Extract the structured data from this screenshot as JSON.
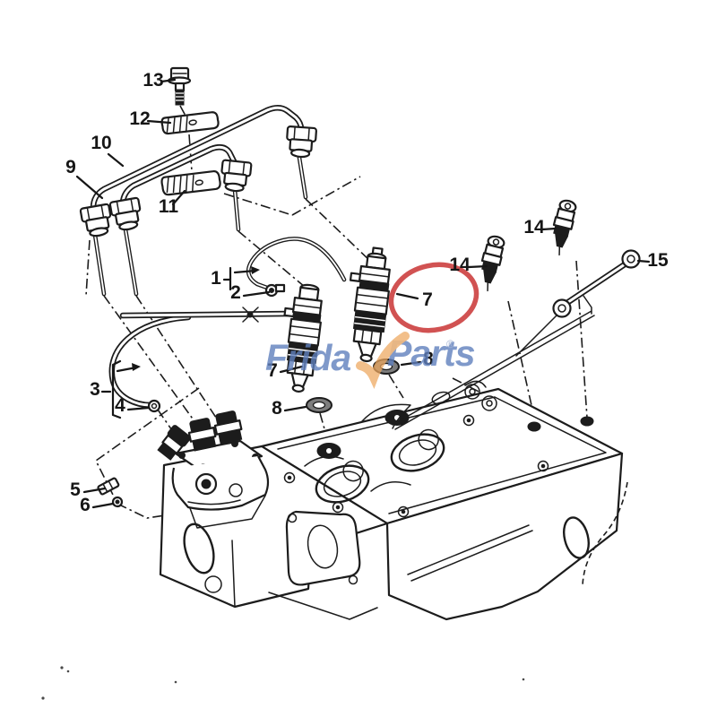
{
  "diagram": {
    "kind": "exploded-parts-diagram",
    "subject": "diesel engine fuel injector, injection pipes and glow plugs on cylinder head",
    "background_color": "#ffffff",
    "line_color": "#1c1c1c"
  },
  "labels": [
    {
      "key": "callout-1",
      "text": "1"
    },
    {
      "key": "callout-2",
      "text": "2"
    },
    {
      "key": "callout-3",
      "text": "3"
    },
    {
      "key": "callout-4",
      "text": "4"
    },
    {
      "key": "callout-5",
      "text": "5"
    },
    {
      "key": "callout-6",
      "text": "6"
    },
    {
      "key": "callout-7-left",
      "text": "7"
    },
    {
      "key": "callout-7-circled",
      "text": "7"
    },
    {
      "key": "callout-8-left",
      "text": "8"
    },
    {
      "key": "callout-8-right",
      "text": "8"
    },
    {
      "key": "callout-9",
      "text": "9"
    },
    {
      "key": "callout-10",
      "text": "10"
    },
    {
      "key": "callout-11",
      "text": "11"
    },
    {
      "key": "callout-12",
      "text": "12"
    },
    {
      "key": "callout-13",
      "text": "13"
    },
    {
      "key": "callout-14-left",
      "text": "14"
    },
    {
      "key": "callout-14-right",
      "text": "14"
    },
    {
      "key": "callout-15",
      "text": "15"
    }
  ],
  "highlight": {
    "shape": "ellipse",
    "around_label": "7",
    "color": "#c93434"
  },
  "watermark": {
    "text": "FridayParts",
    "prefix": "Frida",
    "suffix": "Parts",
    "registered": "®",
    "text_color": "#6080bd",
    "check_color": "#eda75f"
  }
}
